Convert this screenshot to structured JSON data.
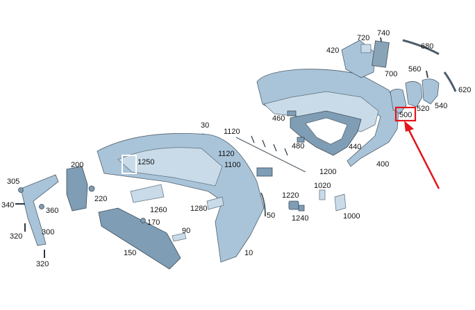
{
  "callouts": {
    "c740": "740",
    "c720": "720",
    "c680": "680",
    "c420": "420",
    "c700": "700",
    "c560": "560",
    "c620": "620",
    "c520": "520",
    "c540": "540",
    "c500": "500",
    "c460": "460",
    "c480": "480",
    "c440": "440",
    "c400": "400",
    "c30": "30",
    "c1120a": "1120",
    "c1120b": "1120",
    "c1100": "1100",
    "c1200": "1200",
    "c1250": "1250",
    "c200": "200",
    "c305": "305",
    "c340": "340",
    "c360": "360",
    "c220": "220",
    "c320a": "320",
    "c300": "300",
    "c320b": "320",
    "c1260": "1260",
    "c1280": "1280",
    "c170": "170",
    "c90": "90",
    "c150": "150",
    "c10": "10",
    "c50": "50",
    "c1020": "1020",
    "c1220": "1220",
    "c1240": "1240",
    "c1000": "1000"
  },
  "highlight": {
    "part": "500",
    "color": "#e3141b"
  }
}
